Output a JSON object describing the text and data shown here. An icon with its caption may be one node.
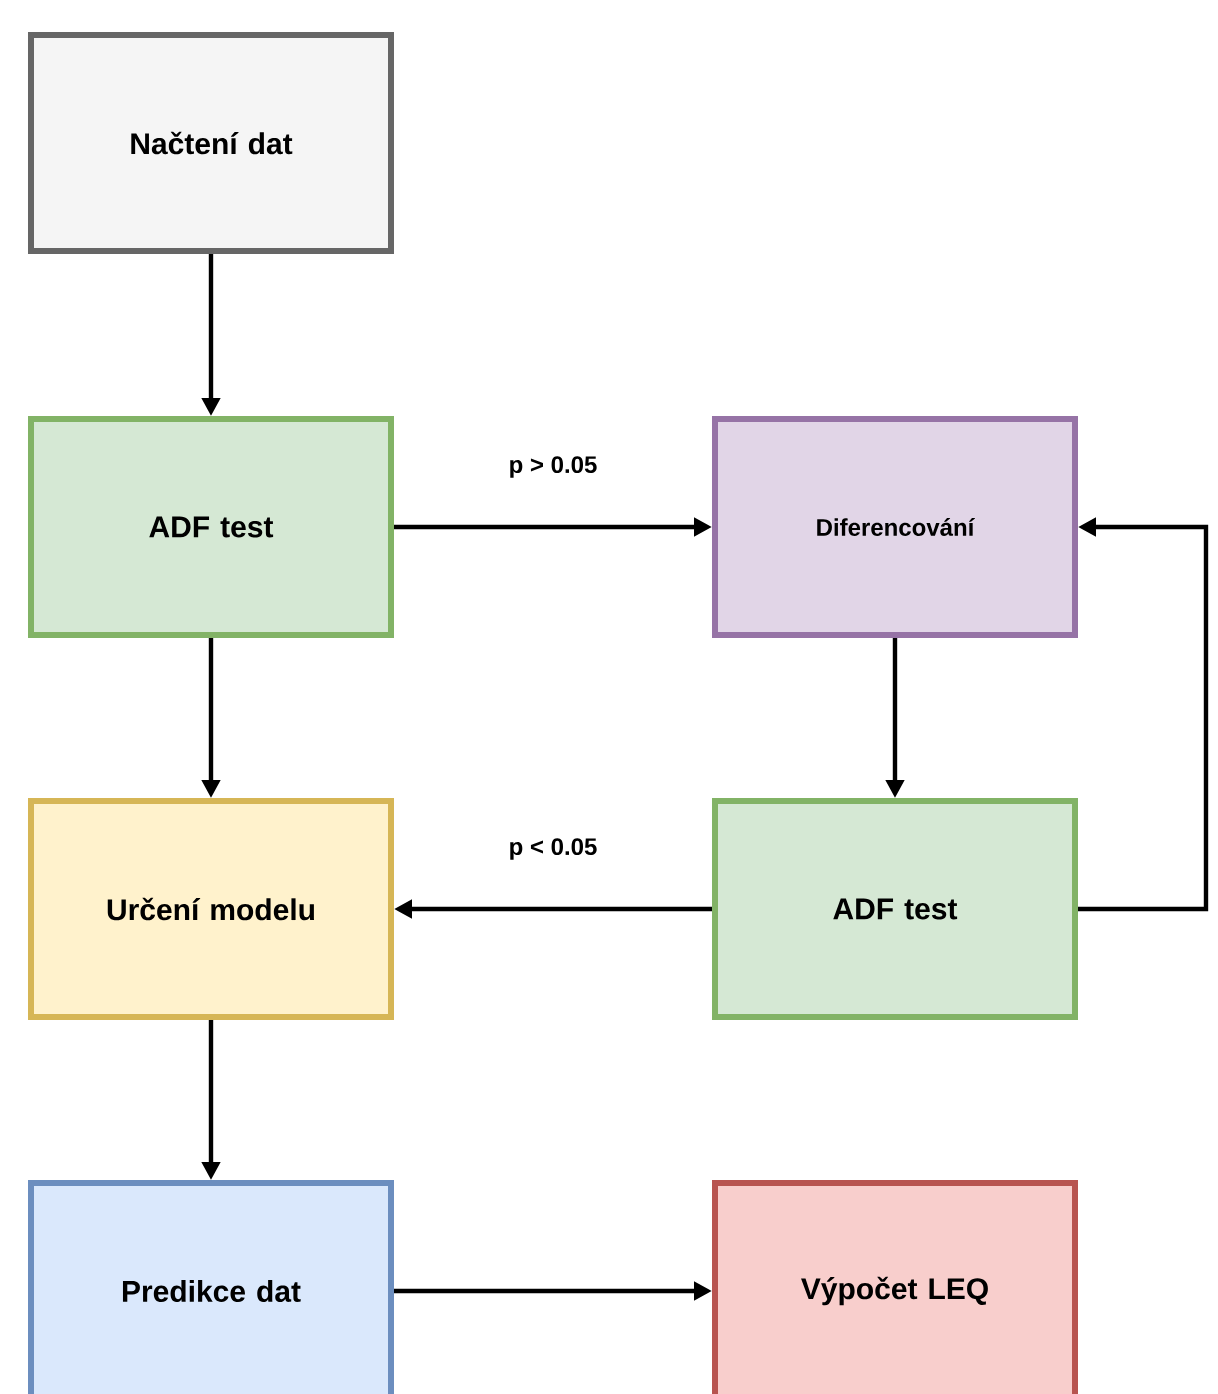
{
  "diagram": {
    "nodes": [
      {
        "text": [
          "Načtení dat"
        ]
      },
      {
        "text": [
          "ADF test"
        ]
      },
      {
        "text": [
          "Diferencování"
        ]
      },
      {
        "text": [
          "Určení modelu"
        ]
      },
      {
        "text": [
          "ADF test"
        ]
      },
      {
        "text": [
          "Predikce dat"
        ]
      },
      {
        "text": [
          "Výpočet LEQ"
        ]
      }
    ],
    "edges": [
      {
        "from": 0,
        "to": 1,
        "arrow": "to"
      },
      {
        "from": 1,
        "to": 2,
        "arrow": "to",
        "label": "p > 0.05"
      },
      {
        "from": 1,
        "to": 3,
        "arrow": "to"
      },
      {
        "from": 2,
        "to": 4,
        "arrow": "to"
      },
      {
        "from": 4,
        "to": 3,
        "arrow": "to",
        "label": "p < 0.05"
      },
      {
        "from": 4,
        "to": 2,
        "arrow": "to"
      },
      {
        "from": 3,
        "to": 5,
        "arrow": "to"
      },
      {
        "from": 5,
        "to": 6,
        "arrow": "to"
      }
    ]
  }
}
